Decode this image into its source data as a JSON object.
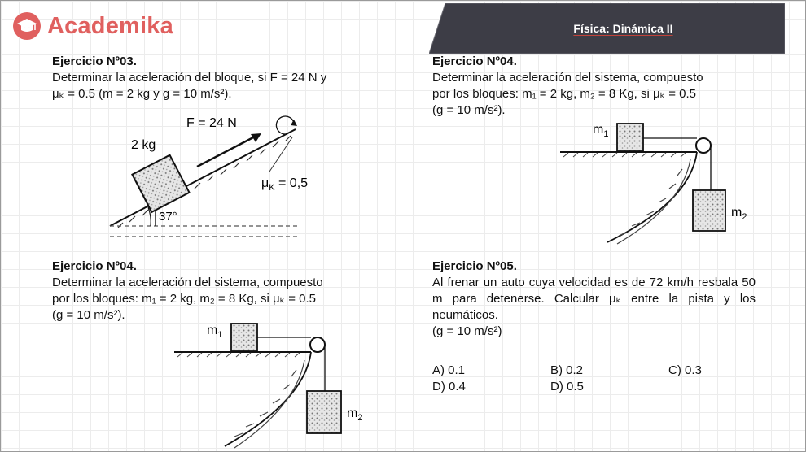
{
  "header": {
    "brand_name": "Academika",
    "title": "Física: Dinámica II",
    "logo_icon": "graduation-cap-icon",
    "colors": {
      "brand": "#e0605f",
      "ribbon": "#3d3d46"
    }
  },
  "ex1": {
    "title": "Ejercicio Nº03.",
    "line1": "Determinar la aceleración del bloque, si F = 24 N y",
    "line2": "μₖ = 0.5  (m = 2 kg y g = 10 m/s²).",
    "fig": {
      "mass": "2 kg",
      "force": "F = 24 N",
      "mu": "μ",
      "mu_sub": "K",
      "mu_val": " = 0,5",
      "angle": "37°"
    }
  },
  "ex2": {
    "title": "Ejercicio Nº04.",
    "line1": "Determinar la aceleración del sistema, compuesto",
    "line2": "por los bloques: m₁ = 2 kg, m₂ = 8 Kg, si μₖ = 0.5",
    "line3": "(g = 10 m/s²).",
    "fig": {
      "m1": "m",
      "m1_sub": "1",
      "m2": "m",
      "m2_sub": "2"
    }
  },
  "ex3": {
    "title": "Ejercicio Nº04.",
    "line1": "Determinar la aceleración del sistema, compuesto",
    "line2": "por los bloques: m₁ = 2 kg, m₂ = 8 Kg, si μₖ = 0.5",
    "line3": "(g = 10 m/s²).",
    "fig": {
      "m1": "m",
      "m1_sub": "1",
      "m2": "m",
      "m2_sub": "2"
    }
  },
  "ex4": {
    "title": "Ejercicio Nº05.",
    "line1": "Al frenar un auto cuya velocidad es de 72 km/h resbala 50 m para detenerse. Calcular μₖ entre la pista y los neumáticos.",
    "line2": "(g = 10 m/s²)",
    "options": [
      "A) 0.1",
      "B) 0.2",
      "C) 0.3",
      "D) 0.4",
      "D) 0.5"
    ]
  }
}
